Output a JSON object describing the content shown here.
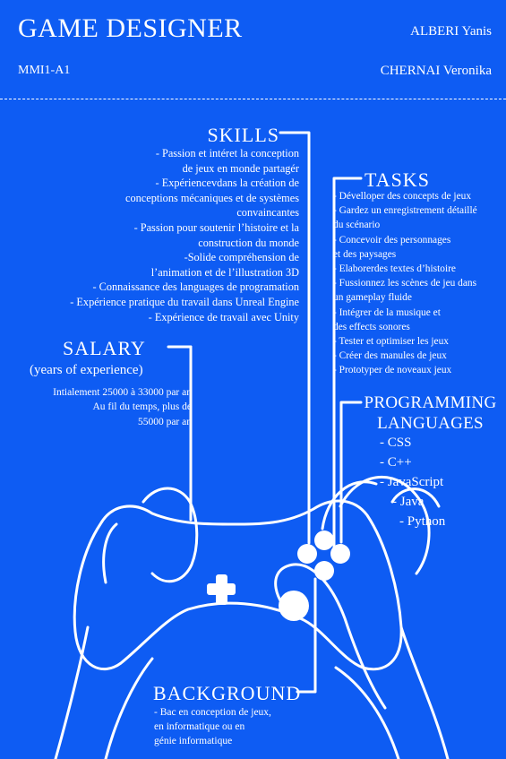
{
  "header": {
    "title": "GAME DESIGNER",
    "author1": "ALBERI Yanis",
    "class": "MMI1-A1",
    "author2": "CHERNAI Veronika"
  },
  "skills": {
    "title": "SKILLS",
    "lines": [
      "- Passion et intéret la conception",
      "de jeux en monde partagér",
      "- Expériencevdans la création de",
      "conceptions mécaniques et de systèmes",
      "convaincantes",
      "- Passion pour soutenir l’histoire et la",
      "construction du monde",
      "-Solide compréhension de",
      "l’animation et de l’illustration 3D",
      "- Connaissance des languages de programation",
      "- Expérience pratique du travail dans Unreal Engine",
      "- Expérience de travail avec Unity"
    ]
  },
  "tasks": {
    "title": "TASKS",
    "lines": [
      "- Dévelloper des concepts de jeux",
      "- Gardez un enregistrement détaillé",
      "du scénario",
      "- Concevoir des personnages",
      "et des paysages",
      "- Elaborerdes textes d’histoire",
      "- Fussionnez les scènes de jeu dans",
      "un gameplay fluide",
      "- Intégrer de la musique et",
      "des effects sonores",
      "- Tester et optimiser les jeux",
      "- Créer des manules de jeux",
      "- Prototyper de noveaux jeux"
    ]
  },
  "salary": {
    "title": "SALARY",
    "subtitle": "(years of experience)",
    "lines": [
      "Intialement 25000 à 33000 par an",
      "Au fil du temps, plus de",
      "55000 par an"
    ]
  },
  "programming": {
    "title_line1": "PROGRAMMING",
    "title_line2": "LANGUAGES",
    "items": [
      "- CSS",
      "- C++",
      "- JavaScript",
      "- Java",
      "- Python"
    ]
  },
  "background": {
    "title": "BACKGROUND",
    "lines": [
      "- Bac en conception de jeux,",
      "en informatique ou en",
      "génie informatique"
    ]
  },
  "colors": {
    "background": "#0e5cf3",
    "foreground": "#ffffff"
  },
  "icons": [
    "game-controller-illustration",
    "dpad-icon",
    "face-buttons-icon",
    "joystick-icon"
  ]
}
